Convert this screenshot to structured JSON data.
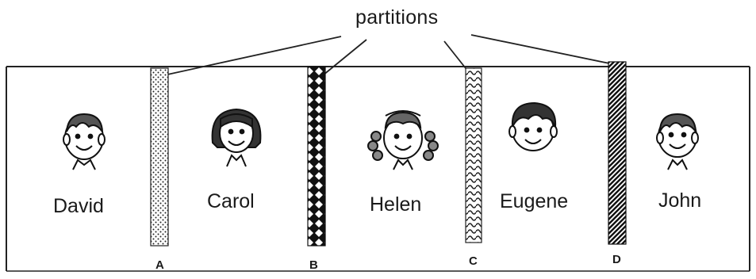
{
  "diagram": {
    "callout_label": "partitions",
    "people": [
      {
        "name": "David"
      },
      {
        "name": "Carol"
      },
      {
        "name": "Helen"
      },
      {
        "name": "Eugene"
      },
      {
        "name": "John"
      }
    ],
    "partitions": [
      {
        "label": "A",
        "pattern": "dotted"
      },
      {
        "label": "B",
        "pattern": "diamond-black"
      },
      {
        "label": "C",
        "pattern": "wave"
      },
      {
        "label": "D",
        "pattern": "diagonal-stripes"
      }
    ]
  }
}
